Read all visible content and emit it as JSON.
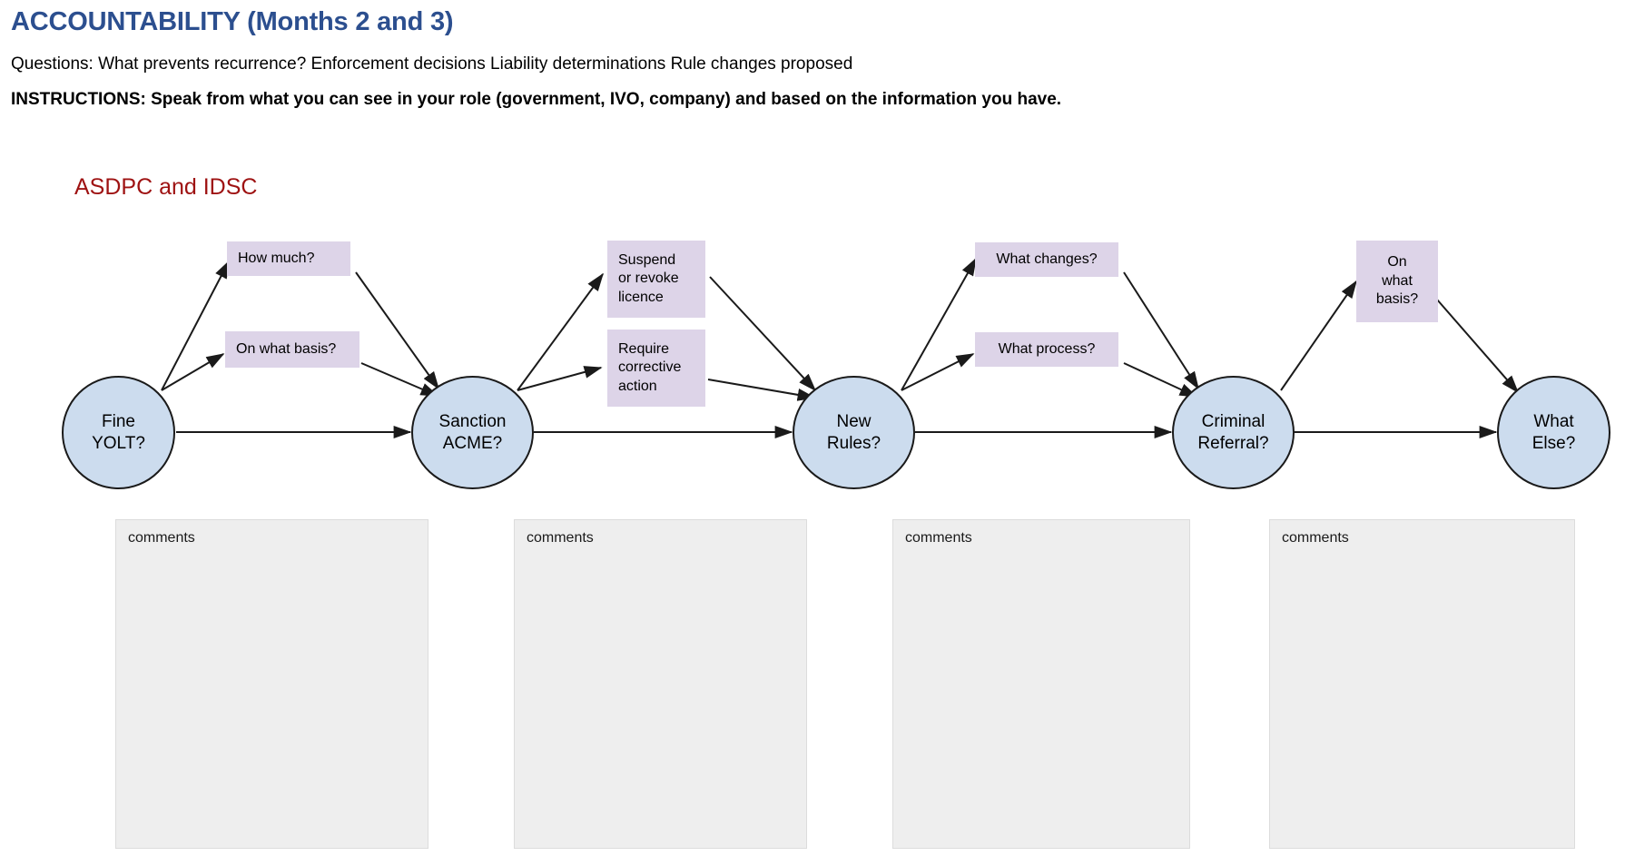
{
  "header": {
    "title": "ACCOUNTABILITY (Months 2 and 3)",
    "questions": "Questions: What prevents recurrence? Enforcement decisions Liability determinations Rule changes proposed",
    "instructions": "INSTRUCTIONS: Speak from what you can see in your role (government, IVO, company) and based on the information you have.",
    "title_color": "#2c4f8f"
  },
  "diagram": {
    "section_label": "ASDPC and  IDSC",
    "section_label_color": "#9e1212",
    "node_fill": "#ccdcee",
    "node_stroke": "#1a1a1a",
    "box_fill": "#ddd4e8",
    "nodes": [
      {
        "id": "fine-yolt",
        "label": "Fine\nYOLT?"
      },
      {
        "id": "sanction-acme",
        "label": "Sanction\nACME?"
      },
      {
        "id": "new-rules",
        "label": "New\nRules?"
      },
      {
        "id": "criminal-referral",
        "label": "Criminal\nReferral?"
      },
      {
        "id": "what-else",
        "label": "What\nElse?"
      }
    ],
    "question_boxes": [
      {
        "id": "how-much",
        "label": "How much?"
      },
      {
        "id": "on-what-basis-1",
        "label": "On what basis?"
      },
      {
        "id": "suspend-revoke",
        "label": "Suspend\nor revoke\nlicence"
      },
      {
        "id": "require-corrective",
        "label": "Require\ncorrective\naction"
      },
      {
        "id": "what-changes",
        "label": "What changes?"
      },
      {
        "id": "what-process",
        "label": "What process?"
      },
      {
        "id": "on-what-basis-2",
        "label": "On\nwhat\nbasis?"
      }
    ]
  },
  "comments": {
    "fill": "#eeeeee",
    "border": "#dcdcdc",
    "panels": [
      {
        "id": "comments-1",
        "label": "comments",
        "value": ""
      },
      {
        "id": "comments-2",
        "label": "comments",
        "value": ""
      },
      {
        "id": "comments-3",
        "label": "comments",
        "value": ""
      },
      {
        "id": "comments-4",
        "label": "comments",
        "value": ""
      }
    ]
  }
}
